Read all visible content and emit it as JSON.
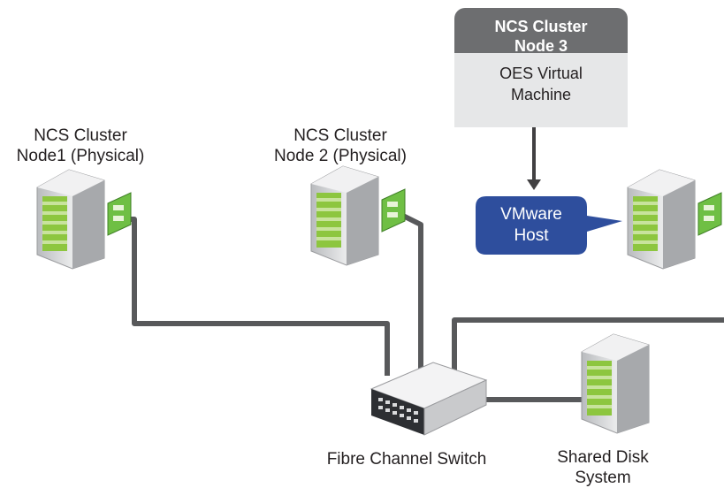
{
  "nodes": {
    "node1_line1": "NCS Cluster",
    "node1_line2": "Node1 (Physical)",
    "node2_line1": "NCS Cluster",
    "node2_line2": "Node 2 (Physical)",
    "node3_title_line1": "NCS Cluster",
    "node3_title_line2": "Node 3",
    "node3_body_line1": "OES Virtual",
    "node3_body_line2": "Machine"
  },
  "vmware_host": {
    "line1": "VMware",
    "line2": "Host"
  },
  "switch": {
    "label": "Fibre Channel Switch"
  },
  "shared_disk": {
    "line1": "Shared Disk",
    "line2": "System"
  },
  "colors": {
    "cable": "#58595b",
    "vmware_bubble": "#2e4e9d",
    "server_green": "#8dc63f",
    "header_gray": "#6d6e70",
    "body_gray": "#e6e7e8"
  }
}
